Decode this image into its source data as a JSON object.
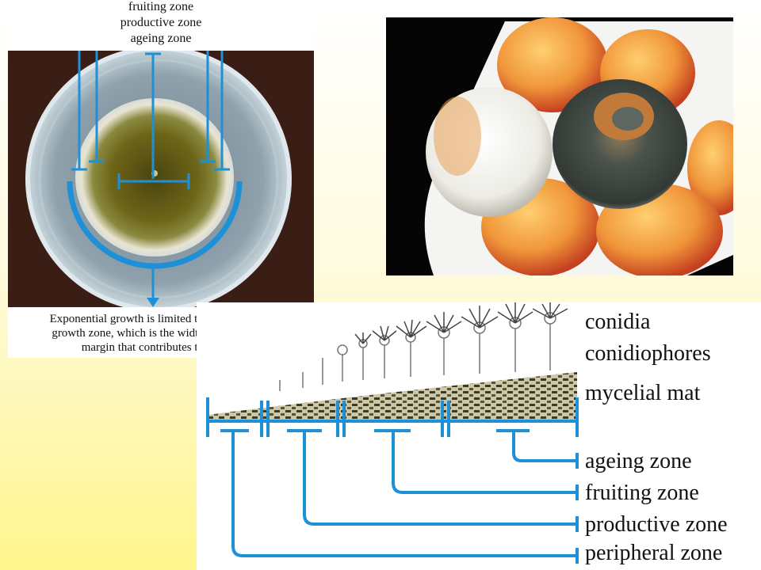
{
  "petri": {
    "zone_labels": [
      "fruiting zone",
      "productive zone",
      "ageing zone"
    ],
    "caption_lines": [
      "Exponential growth is limited to the peripheral",
      "growth zone, which is the width of the colony",
      "margin that contributes to growth"
    ]
  },
  "diagram": {
    "structure_labels": [
      "conidia",
      "conidiophores",
      "mycelial mat"
    ],
    "zone_labels": [
      "ageing zone",
      "fruiting zone",
      "productive zone",
      "peripheral zone"
    ]
  },
  "colors": {
    "accent_blue": "#1e90d8",
    "mold_white": "#f2efe6",
    "mold_green": "#55605a",
    "peach": "#f0a040",
    "petri_bg": "#3a1d14",
    "colony": "#6e6418"
  }
}
